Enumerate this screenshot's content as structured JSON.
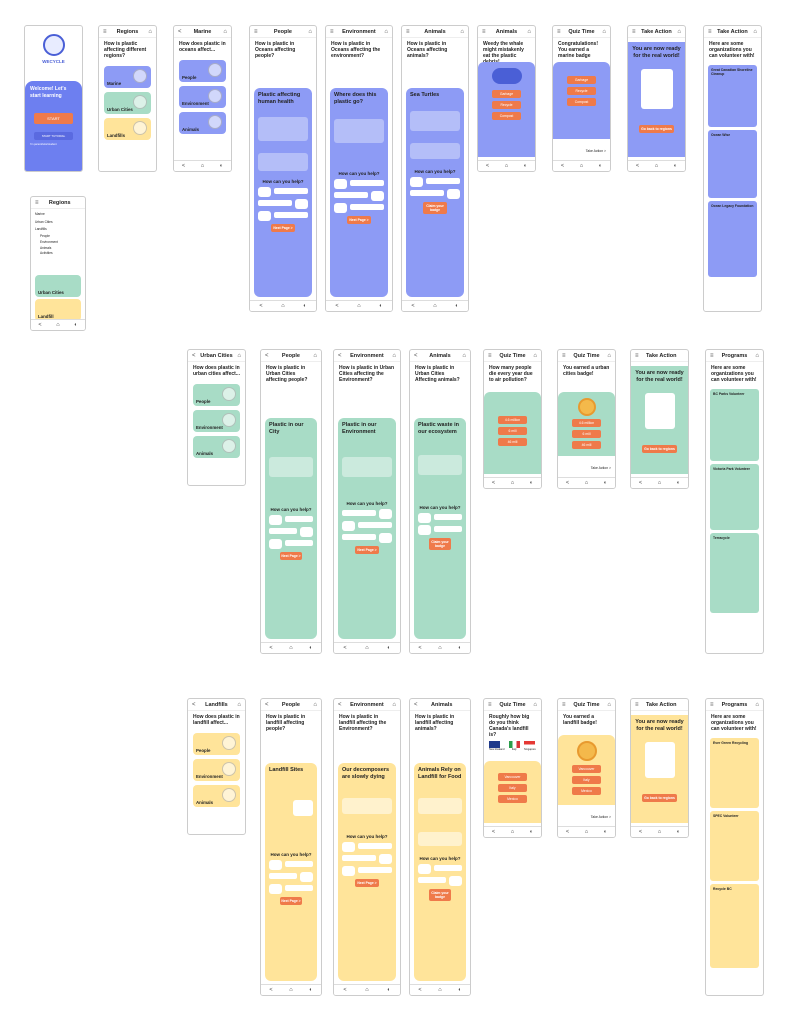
{
  "welcome": {
    "brand": "WECYCLE",
    "title": "Welcome! Let's start learning",
    "start": "START",
    "tutorial": "START TUTORIAL",
    "remember": "I'm parent/tutor/student"
  },
  "regions": {
    "title": "Regions",
    "question": "How is plastic affecting different regions?",
    "cards": [
      "Marine",
      "Urban Cities",
      "Landfills"
    ]
  },
  "regions_menu": {
    "title": "Regions",
    "items": [
      "Marine",
      "Urban Cities",
      "Landfills"
    ],
    "subitems": [
      "People",
      "Environment",
      "Animals",
      "Activities"
    ],
    "partial": "Urban Cities",
    "partial2": "Landfill"
  },
  "marine": {
    "title": "Marine",
    "question": "How does plastic in oceans affect...",
    "cards": [
      "People",
      "Environment",
      "Animals"
    ]
  },
  "urban": {
    "title": "Urban Cities",
    "question": "How does plastic in urban cities affect...",
    "cards": [
      "People",
      "Environment",
      "Animals"
    ]
  },
  "landfill": {
    "title": "Landfills",
    "question": "How does plastic in landfill affect...",
    "cards": [
      "People",
      "Environment",
      "Animals"
    ]
  },
  "nav": {
    "back": "<",
    "home": "⌂",
    "info": "◐"
  },
  "people_marine": {
    "title": "People",
    "question": "How is plastic in Oceans affecting people?",
    "heading": "Plastic affecting human health",
    "help": "How can you help?",
    "next": "Next Page >"
  },
  "env_marine": {
    "title": "Environment",
    "question": "How is plastic in Oceans affecting the environment?",
    "heading": "Where does this plastic go?",
    "help": "How can you help?",
    "next": "Next Page >"
  },
  "animals_marine": {
    "title": "Animals",
    "question": "How is plastic in Oceans affecting animals?",
    "heading": "Sea Turtles",
    "help": "How can you help?",
    "next": "Claim your badge"
  },
  "quiz_marine": {
    "title": "Animals",
    "question": "Weedy the whale might mistakenly eat the plastic debris!",
    "options": [
      "Garbage",
      "Recycle",
      "Compost"
    ]
  },
  "quiz_marine2": {
    "title": "Quiz Time",
    "question": "Congratulations! You earned a marine badge",
    "options": [
      "Garbage",
      "Recycle",
      "Compost"
    ],
    "action": "Take Action >"
  },
  "take_action": {
    "title": "Take Action",
    "text": "You are now ready for the real world!",
    "cta": "Go back to regions"
  },
  "take_action2": {
    "title": "Take Action",
    "text": "Here are some organizations you can volunteer with!",
    "orgs": [
      "Great Canadian Shoreline Cleanup",
      "Ocean Wise",
      "Ocean Legacy Foundation"
    ]
  },
  "people_urban": {
    "title": "People",
    "question": "How is plastic in Urban Cities affecting people?",
    "heading": "Plastic in our City",
    "help": "How can you help?",
    "next": "Next Page >"
  },
  "env_urban": {
    "title": "Environment",
    "question": "How is plastic in Urban Cities affecting the Environment?",
    "heading": "Plastic in our Environment",
    "help": "How can you help?",
    "next": "Next Page >"
  },
  "animals_urban": {
    "title": "Animals",
    "question": "How is plastic in Urban Cities Affecting animals?",
    "heading": "Plastic waste in our ecosystem",
    "help": "How can you help?",
    "next": "Claim your badge"
  },
  "quiz_urban": {
    "title": "Quiz Time",
    "question": "How many people die every year due to air pollution?",
    "options": [
      "4.6 million",
      "6 mill",
      "46 mill"
    ]
  },
  "quiz_urban2": {
    "title": "Quiz Time",
    "question": "You earned a urban cities badge!",
    "options": [
      "4.6 million",
      "6 mill",
      "46 mill"
    ],
    "action": "Take Action >"
  },
  "take_action_urban": {
    "title": "Take Action",
    "text": "You are now ready for the real world!",
    "cta": "Go back to regions"
  },
  "programs_urban": {
    "title": "Programs",
    "text": "Here are some organizations you can volunteer with!",
    "orgs": [
      "BC Parks Volunteer",
      "Victoria Park Volunteer",
      "Terracycle"
    ]
  },
  "people_landfill": {
    "title": "People",
    "question": "How is plastic in landfill affecting people?",
    "heading": "Landfill Sites",
    "help": "How can you help?",
    "next": "Next Page >"
  },
  "env_landfill": {
    "title": "Environment",
    "question": "How is plastic in landfill affecting the Environment?",
    "heading": "Our decomposers are slowly dying",
    "help": "How can you help?",
    "next": "Next Page >"
  },
  "animals_landfill": {
    "title": "Animals",
    "question": "How is plastic in landfill affecting animals?",
    "heading": "Animals Rely on Landfill for Food",
    "help": "How can you help?",
    "next": "Claim your badge"
  },
  "quiz_landfill": {
    "title": "Quiz Time",
    "question": "Roughly how big do you think Canada's landfill is?",
    "flags": [
      "New Zealand",
      "Italy",
      "Singapore"
    ],
    "options": [
      "Vancouver",
      "Italy",
      "Mexico"
    ]
  },
  "quiz_landfill2": {
    "title": "Quiz Time",
    "question": "You earned a landfill badge!",
    "options": [
      "Vancouver",
      "Italy",
      "Mexico"
    ],
    "action": "Take Action >"
  },
  "take_action_landfill": {
    "title": "Take Action",
    "text": "You are now ready for the real world!",
    "cta": "Go back to regions"
  },
  "programs_landfill": {
    "title": "Programs",
    "text": "Here are some organizations you can volunteer with!",
    "orgs": [
      "Ever Green Recycling",
      "SPEC Volunteer",
      "Recycle BC"
    ]
  }
}
